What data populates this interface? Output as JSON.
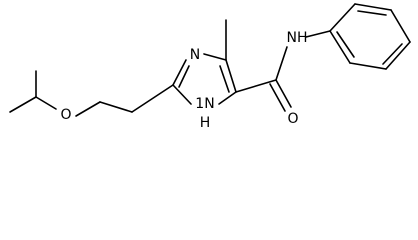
{
  "molecule": {
    "atom_labels": {
      "ring_nitrogen": "N",
      "ring_nh": "NH",
      "ring_nh_number": "1",
      "ring_nh_h": "H",
      "amide_nitrogen": "NH",
      "amide_oxygen": "O",
      "ether_oxygen": "O"
    }
  },
  "colors": {
    "bond": "#000000",
    "background": "#ffffff"
  }
}
